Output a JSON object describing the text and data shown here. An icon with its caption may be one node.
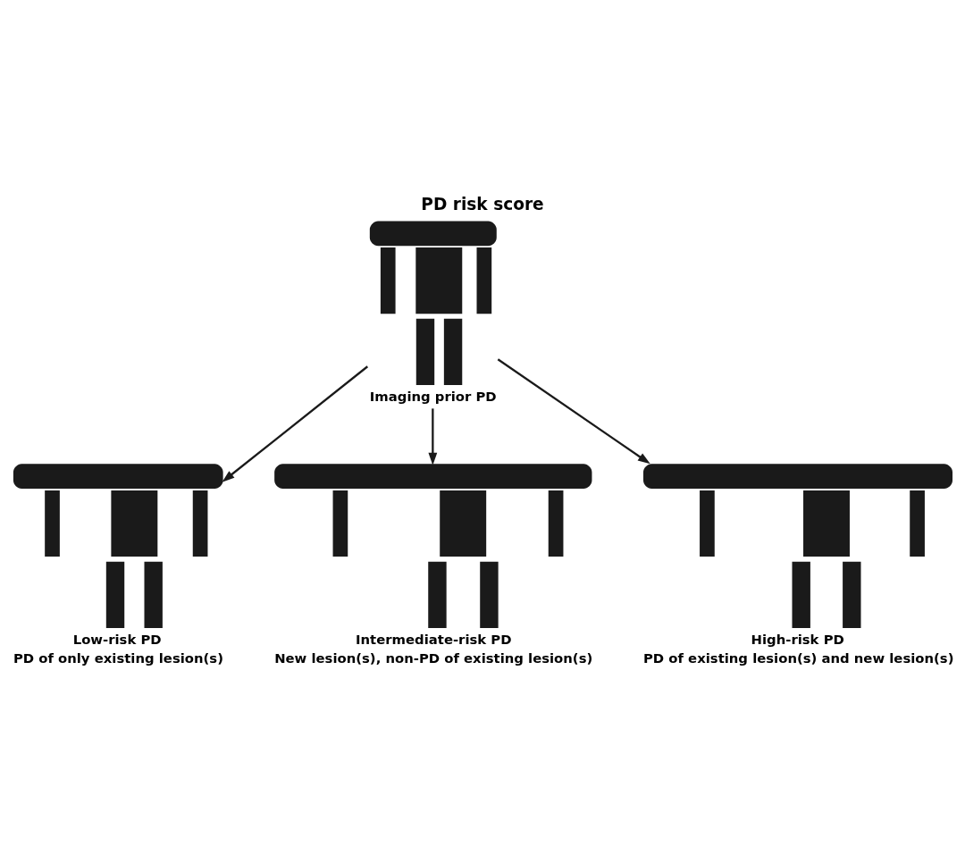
{
  "diagram": {
    "title": "PD risk score",
    "nodes": [
      {
        "text": [],
        "shape": "person",
        "beside": [
          "Imaging prior PD"
        ]
      },
      {
        "text": [],
        "shape": "person",
        "beside": [
          "Low-risk PD",
          "PD of only existing lesion(s)"
        ]
      },
      {
        "text": [],
        "shape": "person",
        "beside": [
          "Intermediate-risk PD",
          "New lesion(s), non-PD of existing lesion(s)"
        ]
      },
      {
        "text": [],
        "shape": "person",
        "beside": [
          "High-risk PD",
          "PD of existing lesion(s) and new lesion(s)"
        ]
      }
    ],
    "edges": [
      {
        "from": 0,
        "to": 1,
        "arrow": "to"
      },
      {
        "from": 0,
        "to": 2,
        "arrow": "to"
      },
      {
        "from": 0,
        "to": 3,
        "arrow": "to"
      }
    ]
  }
}
